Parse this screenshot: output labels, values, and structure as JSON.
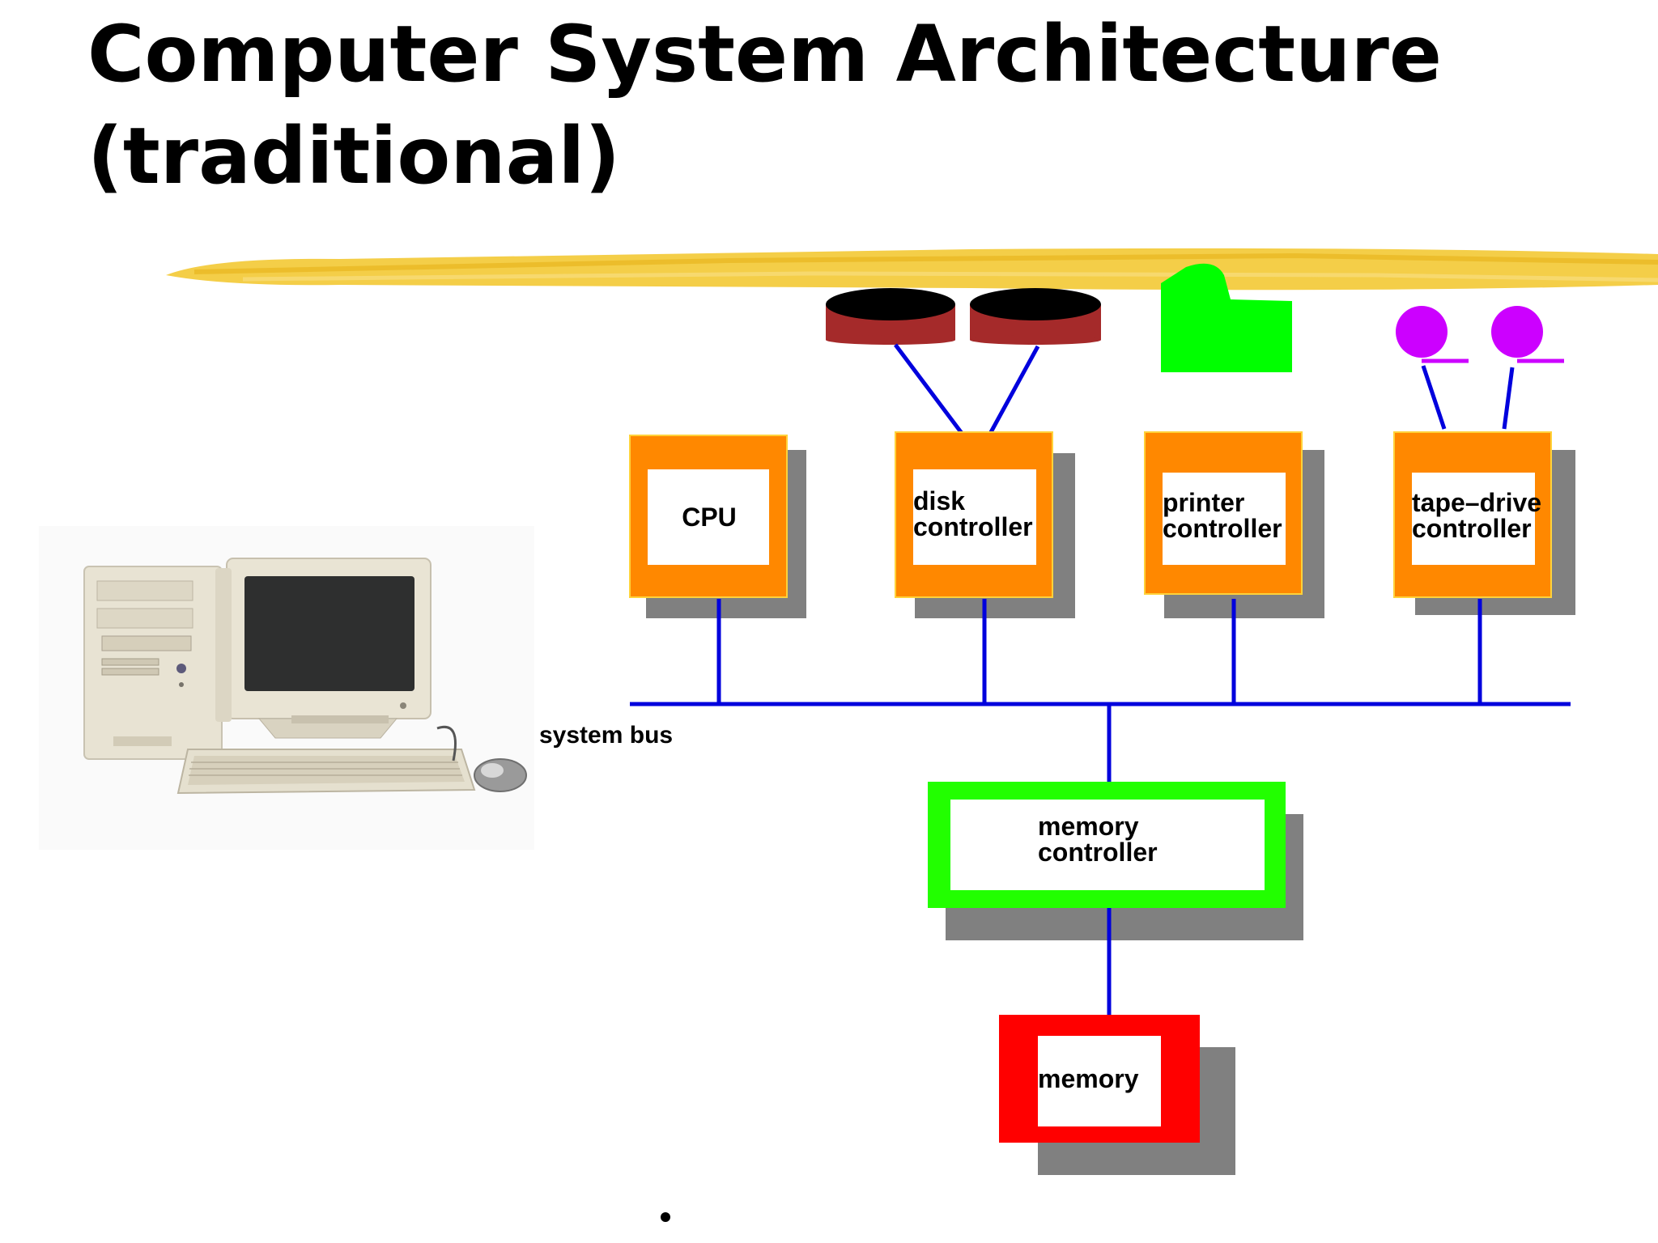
{
  "slide": {
    "title_line1": "Computer System Architecture",
    "title_line2": "(traditional)"
  },
  "diagram": {
    "cpu_label": "CPU",
    "disk_controller": {
      "line1": "disk",
      "line2": "controller"
    },
    "printer_controller": {
      "line1": "printer",
      "line2": "controller"
    },
    "tape_controller": {
      "line1": "tape–drive",
      "line2": "controller"
    },
    "bus_label": "system bus",
    "memory_controller": {
      "line1": "memory",
      "line2": "controller"
    },
    "memory_label": "memory"
  },
  "colors": {
    "controller_frame": "#ff8800",
    "memory_controller_frame": "#22ff00",
    "memory_frame": "#ff0000",
    "shadow": "#808080",
    "bus": "#0000dd",
    "disk_top": "#000000",
    "disk_side": "#a52a2a",
    "printer": "#00ff00",
    "tape": "#cc00ff",
    "title_highlight": "#f2c42a"
  }
}
